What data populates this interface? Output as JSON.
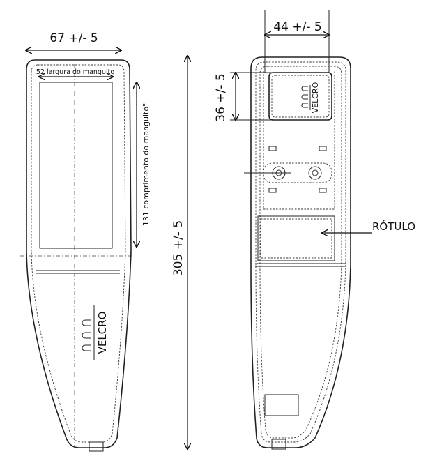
{
  "left_view": {
    "width_dim": "67 +/- 5",
    "cuff_width_label": "52 largura do manguito",
    "cuff_length_label": "131 comprimento do manguito\"",
    "velcro_label": "VELCRO"
  },
  "center": {
    "length_dim": "305 +/- 5"
  },
  "right_view": {
    "width_dim": "44 +/- 5",
    "height_dim": "36 +/- 5",
    "velcro_label": "VELCRO",
    "label_callout": "RÓTULO"
  }
}
